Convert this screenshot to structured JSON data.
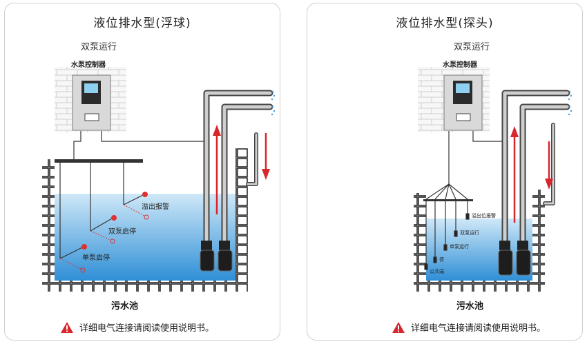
{
  "left": {
    "title": "液位排水型(浮球)",
    "subtitle": "双泵运行",
    "controller_label": "水泵控制器",
    "pool_label": "污水池",
    "float_labels": [
      "溢出报警",
      "双泵启停",
      "单泵启停"
    ],
    "warning": "详细电气连接请阅读使用说明书。"
  },
  "right": {
    "title": "液位排水型(探头)",
    "subtitle": "双泵运行",
    "controller_label": "水泵控制器",
    "pool_label": "污水池",
    "probe_labels": [
      "溢出位报警",
      "双泵运行",
      "单泵运行",
      "停",
      "公共端"
    ],
    "warning": "详细电气连接请阅读使用说明书。"
  },
  "colors": {
    "water_top": "#bfe0f5",
    "water_bottom": "#2f8fd6",
    "arrow": "#d8262c",
    "pipe": "#5a5a5a",
    "brick_mortar": "#cfcfcf"
  },
  "icons": [
    "warning-icon",
    "arrow-up-icon",
    "arrow-down-icon",
    "float-switch-icon",
    "probe-icon",
    "pump-icon"
  ]
}
